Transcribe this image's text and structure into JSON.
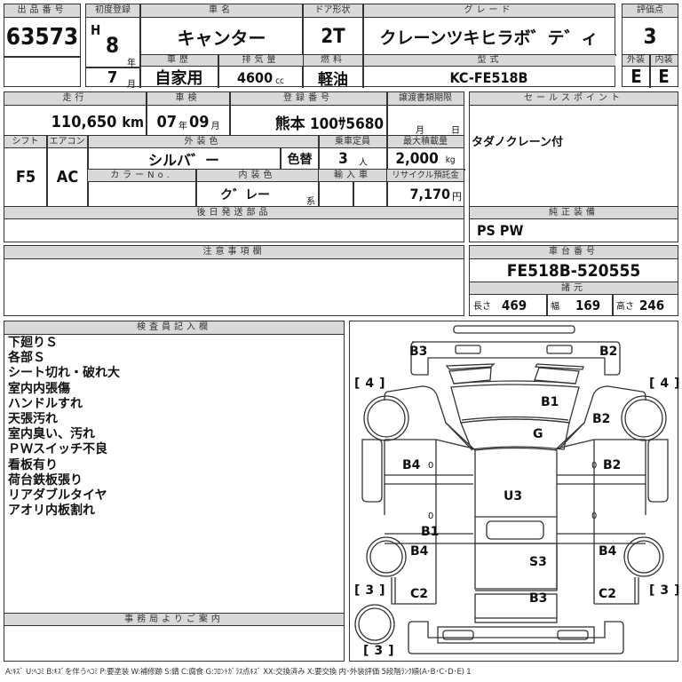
{
  "header": {
    "lot_number": {
      "label": "出品番号",
      "value": "63573"
    },
    "first_registration": {
      "label": "初度登録",
      "era": "H",
      "year": "8",
      "year_unit": "年",
      "month": "7",
      "month_unit": "月"
    },
    "car_name": {
      "label": "車名",
      "value": "キャンター"
    },
    "door_type": {
      "label": "ドア形状",
      "value": "2T"
    },
    "grade": {
      "label": "グレード",
      "value": "クレーンツキヒラボ゛テ゛ィ"
    },
    "score": {
      "label": "評価点",
      "value": "3"
    },
    "history": {
      "label": "車歴",
      "value": "自家用"
    },
    "displacement": {
      "label": "排気量",
      "value": "4600",
      "unit": "cc"
    },
    "fuel": {
      "label": "燃料",
      "value": "軽油"
    },
    "model_code": {
      "label": "型式",
      "value": "KC-FE518B"
    },
    "exterior_grade": {
      "label": "外装",
      "value": "E"
    },
    "interior_grade": {
      "label": "内装",
      "value": "E"
    }
  },
  "details": {
    "mileage": {
      "label": "走行",
      "value": "110,650",
      "unit": "km"
    },
    "inspection": {
      "label": "車検",
      "year": "07",
      "year_unit": "年",
      "month": "09",
      "month_unit": "月"
    },
    "registration_number": {
      "label": "登録番号",
      "value": "熊本 100ｻ5680"
    },
    "transfer_deadline": {
      "label": "譲渡書類期限",
      "month_unit": "月",
      "day_unit": "日"
    },
    "shift": {
      "label": "シフト",
      "value": "F5"
    },
    "aircon": {
      "label": "エアコン",
      "value": "AC"
    },
    "exterior_color": {
      "label": "外装色",
      "value": "シルバ゛ー",
      "repaint": "色替"
    },
    "capacity": {
      "label": "乗車定員",
      "value": "3",
      "unit": "人"
    },
    "max_load": {
      "label": "最大積載量",
      "value": "2,000",
      "unit": "kg"
    },
    "color_no": {
      "label": "カラーNo.",
      "value": ""
    },
    "interior_color": {
      "label": "内装色",
      "value": "ク゛レー",
      "suffix": "系"
    },
    "import": {
      "label": "輸入車",
      "value": ""
    },
    "recycle_fee": {
      "label": "リサイクル預託金",
      "value": "7,170",
      "unit": "円"
    }
  },
  "sales_point": {
    "label": "セールスポイント",
    "value": "タダノクレーン付"
  },
  "genuine_equipment": {
    "label": "純正装備",
    "value": "PS PW"
  },
  "later_parts": {
    "label": "後日発送部品",
    "value": ""
  },
  "notes": {
    "label": "注意事項欄",
    "value": ""
  },
  "chassis": {
    "label": "車台番号",
    "value": "FE518B-520555",
    "specs_label": "諸元",
    "length": {
      "label": "長さ",
      "value": "469"
    },
    "width": {
      "label": "幅",
      "value": "169"
    },
    "height": {
      "label": "高さ",
      "value": "246"
    }
  },
  "inspector": {
    "label": "検査員記入欄",
    "lines": [
      "下廻りＳ",
      "各部Ｓ",
      "シート切れ・破れ大",
      "室内内張傷",
      "ハンドルすれ",
      "天張汚れ",
      "室内臭い、汚れ",
      "ＰＷスイッチ不良",
      "看板有り",
      "荷台鉄板張り",
      "リアダブルタイヤ",
      "アオリ内板割れ"
    ]
  },
  "office_notice": {
    "label": "事務局よりご案内",
    "value": ""
  },
  "diagram": {
    "labels": {
      "front_left_bumper": "B3",
      "front_right_bumper": "B2",
      "hood": "B1",
      "windshield": "G",
      "front_right_fender": "B2",
      "left_door": "B4",
      "right_door": "B2",
      "roof": "U3",
      "left_rocker": "B1",
      "rear_left": "B4",
      "bed": "S3",
      "rear_right": "B4",
      "rear_left_corner": "C2",
      "rear_right_corner": "C2",
      "rear_panel": "B3"
    },
    "tires": {
      "front_left": "4",
      "front_right": "4",
      "rear_left": "3",
      "rear_right": "3",
      "spare": "3"
    },
    "zeros": [
      "0",
      "0",
      "0",
      "0"
    ]
  },
  "legend": "A:ｷｽﾞ  U:ﾍｺﾐ  B:ｷｽﾞを伴うﾍｺﾐ  P:要塗装  W:補修跡  S:錆  C:腐食  G:ﾌﾛﾝﾄｶﾞﾗｽ点ｷｽﾞ  XX:交換済み  X:要交換   内･外装評価  5段階ﾗﾝｸ順(A･B･C･D･E) 1"
}
